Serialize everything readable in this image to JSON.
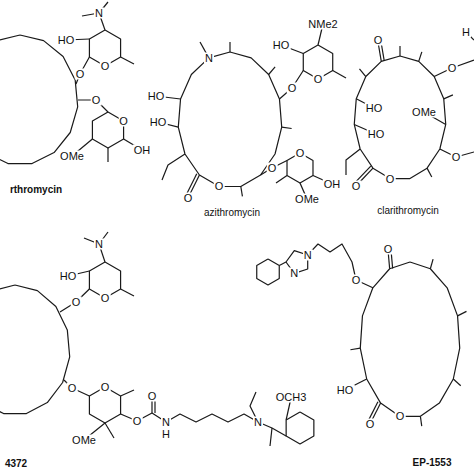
{
  "diagram": {
    "labels": [
      "N",
      "HO",
      "O",
      "O",
      "O",
      "O",
      "OH",
      "OMe",
      "rthromycin",
      "N",
      "HO",
      "HO",
      "O",
      "O",
      "HO",
      "NMe2",
      "O",
      "O",
      "O",
      "O",
      "OH",
      "OMe",
      "azithromycin",
      "O",
      "H",
      "HO",
      "HO",
      "OMe",
      "O",
      "O",
      "O",
      "O",
      "clarithromycin",
      "N",
      "HO",
      "O",
      "O",
      "O",
      "O",
      "OMe",
      "O",
      "O",
      "N",
      "H",
      "N",
      "OCH3",
      "4372",
      "N",
      "N",
      "O",
      "O",
      "HO",
      "O",
      "O",
      "EP-1553"
    ]
  }
}
